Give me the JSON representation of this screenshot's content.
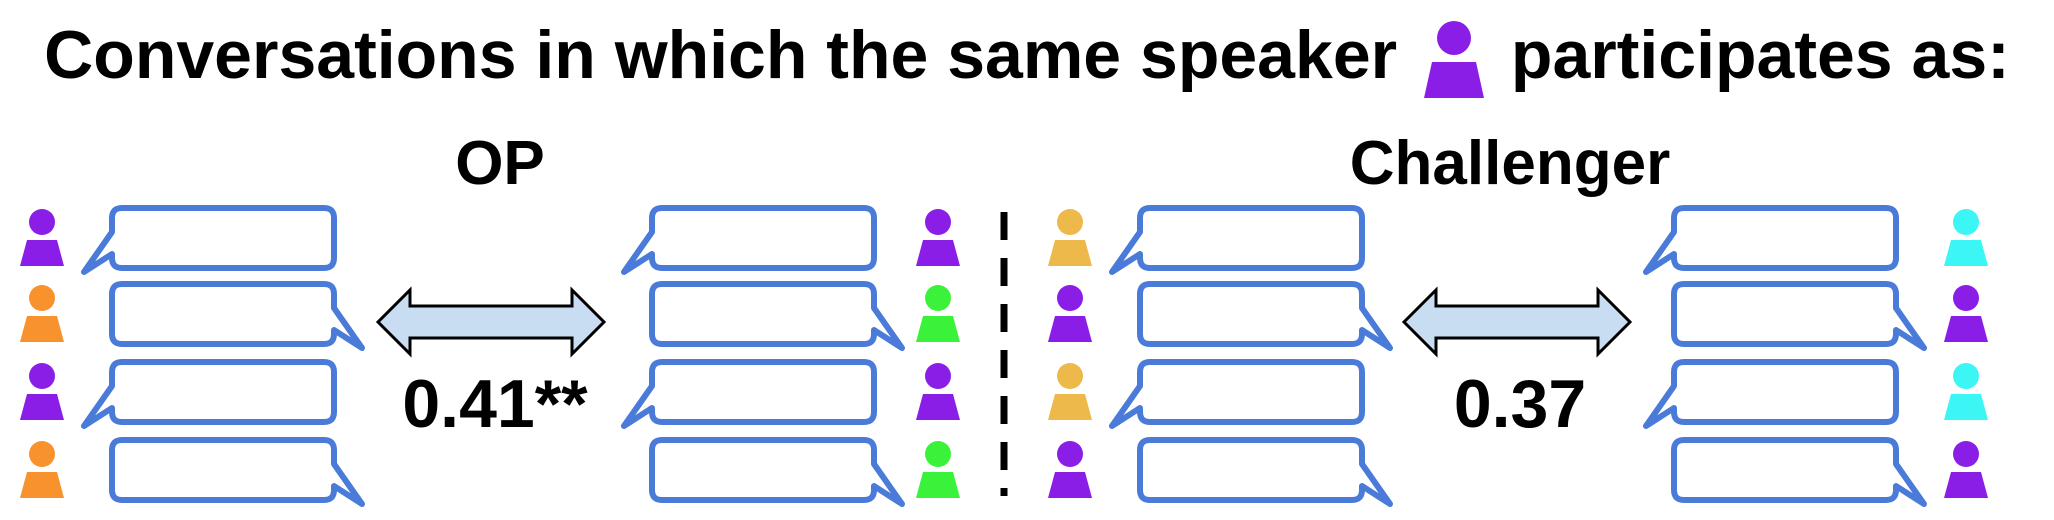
{
  "title": {
    "before": "Conversations in which the same speaker",
    "after": "participates as:"
  },
  "colors": {
    "purple": "#8B1EE6",
    "orange": "#F7922D",
    "green": "#3BF23B",
    "yellow": "#ECB94A",
    "cyan": "#3CF5F5",
    "bubble_stroke": "#4A7BD9",
    "arrow_fill": "#C9DDF2",
    "arrow_stroke": "#000000"
  },
  "sections": {
    "op": {
      "label": "OP",
      "correlation": "0.41**"
    },
    "challenger": {
      "label": "Challenger",
      "correlation": "0.37"
    }
  },
  "conversations": [
    {
      "side": "left",
      "speakers": [
        "purple",
        "orange",
        "purple",
        "orange"
      ]
    },
    {
      "side": "right",
      "speakers": [
        "purple",
        "green",
        "purple",
        "green"
      ]
    },
    {
      "side": "left",
      "speakers": [
        "yellow",
        "purple",
        "yellow",
        "purple"
      ]
    },
    {
      "side": "right",
      "speakers": [
        "cyan",
        "purple",
        "cyan",
        "purple"
      ]
    }
  ]
}
